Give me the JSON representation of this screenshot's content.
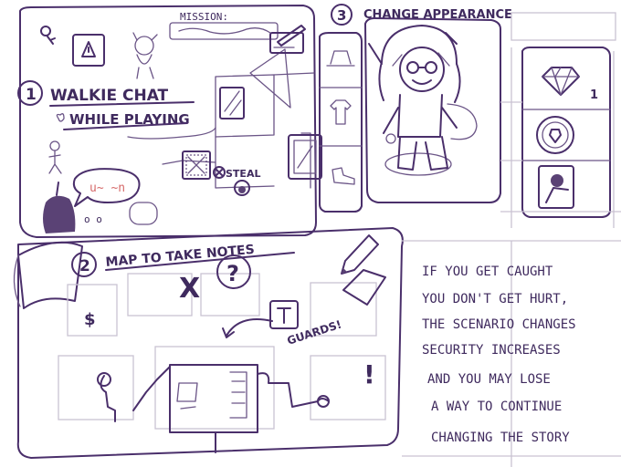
{
  "panel1": {
    "number": "1",
    "mission_label": "MISSION:",
    "title_line1": "WALKIE CHAT",
    "title_line2": "WHILE PLAYING",
    "steal_label": "STEAL",
    "speech_text": "u~ ~n",
    "dots_label": "o o"
  },
  "panel2": {
    "number": "2",
    "title": "MAP TO TAKE NOTES",
    "cross_mark": "X",
    "question_mark": "?",
    "dollar_mark": "$",
    "guards_label": "GUARDS!",
    "exclaim_mark": "!"
  },
  "panel3": {
    "number": "3",
    "title": "CHANGE APPEARANCE",
    "count_label": "1"
  },
  "notes": {
    "lines": [
      "IF YOU GET CAUGHT",
      "YOU DON'T GET HURT,",
      "THE SCENARIO CHANGES",
      "SECURITY INCREASES",
      "AND YOU MAY LOSE",
      "A WAY TO CONTINUE",
      "CHANGING THE STORY"
    ]
  },
  "colors": {
    "ink": "#4a2f6b",
    "accent_red": "#d66a6a",
    "grid": "#c9c2d2"
  }
}
